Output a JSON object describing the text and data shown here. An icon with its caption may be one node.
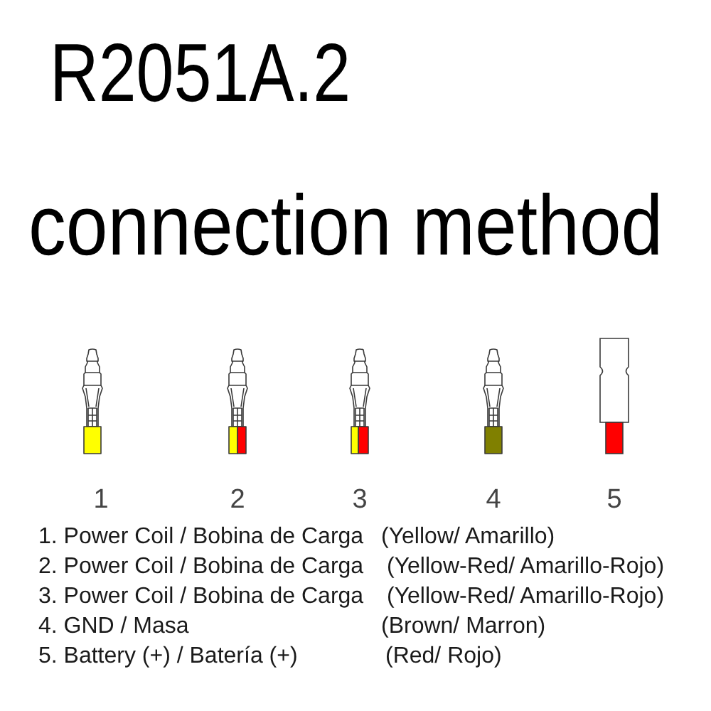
{
  "diagram": {
    "title": "R2051A.2",
    "labels": [
      "connection method",
      "1",
      "2",
      "3",
      "4",
      "5",
      "1. Power Coil / Bobina de Carga",
      "(Yellow/ Amarillo)",
      "2. Power Coil / Bobina de Carga",
      "(Yellow-Red/ Amarillo-Rojo)",
      "3. Power Coil / Bobina de Carga",
      "(Yellow-Red/ Amarillo-Rojo)",
      "4. GND / Masa",
      "(Brown/ Marron)",
      "5. Battery (+) / Batería (+)",
      "(Red/ Rojo)"
    ]
  }
}
